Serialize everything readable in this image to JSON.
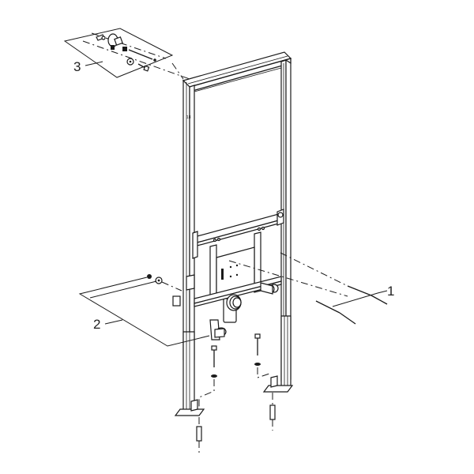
{
  "diagram": {
    "type": "exploded-view installation drawing",
    "subject": "wall-mounted sanitary installation frame",
    "colors": {
      "line": "#1a1a1a",
      "background": "#ffffff"
    },
    "callouts": [
      {
        "id": "1",
        "label": "1",
        "refers_to": "two long threaded rods / anchor bolts"
      },
      {
        "id": "2",
        "label": "2",
        "refers_to": "nut and washer set with angled connection elbow"
      },
      {
        "id": "3",
        "label": "3",
        "refers_to": "wall fixing bracket kit (bracket, anchor, screw, washer)"
      }
    ],
    "components": [
      "rectangular upright frame",
      "crossbar with mounting holes",
      "drain connection elbow",
      "supply connection fittings",
      "adjustable feet",
      "floor screws with washers",
      "floor dowels"
    ],
    "frame_label": "18"
  }
}
